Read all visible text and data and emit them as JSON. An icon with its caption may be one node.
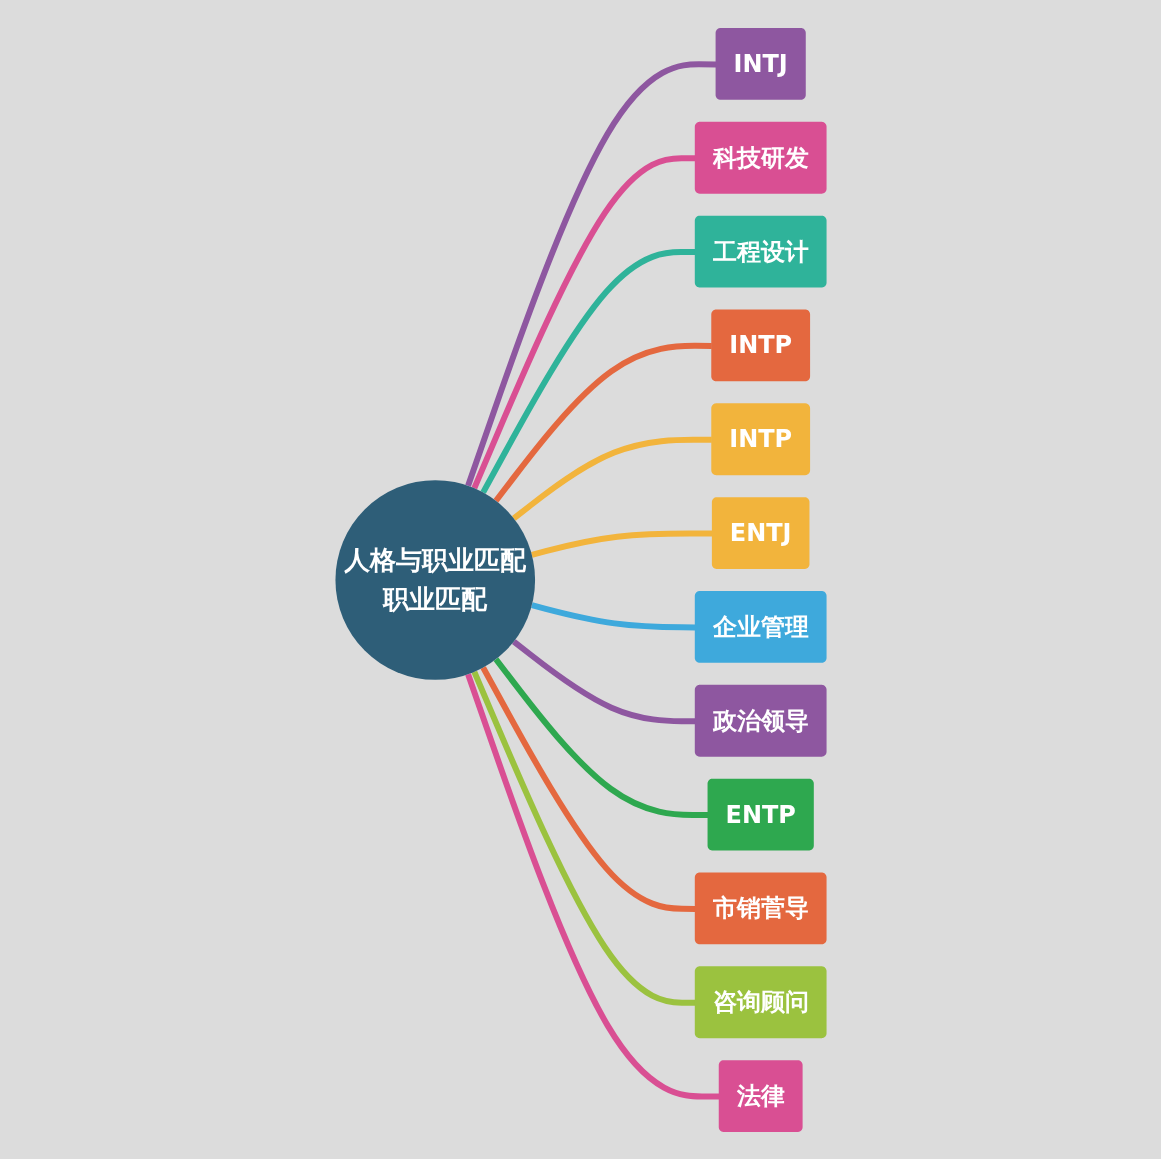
{
  "diagram": {
    "nodes": [
      {
        "text": [
          "人格与职业匹配",
          "职业匹配"
        ]
      },
      {
        "text": [
          "INTJ"
        ]
      },
      {
        "text": [
          "科技研发"
        ]
      },
      {
        "text": [
          "工程设计"
        ]
      },
      {
        "text": [
          "INTP"
        ]
      },
      {
        "text": [
          "INTP"
        ]
      },
      {
        "text": [
          "ENTJ"
        ]
      },
      {
        "text": [
          "企业管理"
        ]
      },
      {
        "text": [
          "政治领导"
        ]
      },
      {
        "text": [
          "ENTP"
        ]
      },
      {
        "text": [
          "市销菅导"
        ]
      },
      {
        "text": [
          "咨询顾问"
        ]
      },
      {
        "text": [
          "法律"
        ]
      }
    ],
    "edges": [
      {
        "from": 0,
        "to": 1,
        "arrow": "none",
        "color": "#8e57a0"
      },
      {
        "from": 0,
        "to": 2,
        "arrow": "none",
        "color": "#d94f93"
      },
      {
        "from": 0,
        "to": 3,
        "arrow": "none",
        "color": "#2fb39a"
      },
      {
        "from": 0,
        "to": 4,
        "arrow": "none",
        "color": "#e4683f"
      },
      {
        "from": 0,
        "to": 5,
        "arrow": "none",
        "color": "#f2b43c"
      },
      {
        "from": 0,
        "to": 6,
        "arrow": "none",
        "color": "#f2b43c"
      },
      {
        "from": 0,
        "to": 7,
        "arrow": "none",
        "color": "#3ea9dc"
      },
      {
        "from": 0,
        "to": 8,
        "arrow": "none",
        "color": "#8e57a0"
      },
      {
        "from": 0,
        "to": 9,
        "arrow": "none",
        "color": "#2ea84f"
      },
      {
        "from": 0,
        "to": 10,
        "arrow": "none",
        "color": "#e4683f"
      },
      {
        "from": 0,
        "to": 11,
        "arrow": "none",
        "color": "#9bc23f"
      },
      {
        "from": 0,
        "to": 12,
        "arrow": "none",
        "color": "#d94f93"
      }
    ]
  }
}
